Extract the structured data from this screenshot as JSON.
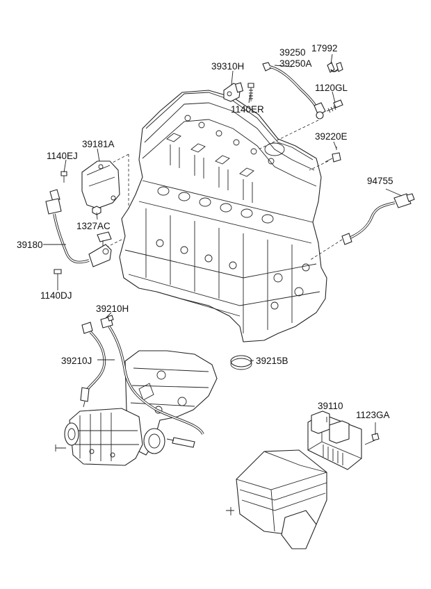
{
  "parts": [
    {
      "id": "39310H"
    },
    {
      "id": "39250"
    },
    {
      "id": "39250A"
    },
    {
      "id": "17992"
    },
    {
      "id": "1120GL"
    },
    {
      "id": "1140ER"
    },
    {
      "id": "39220E"
    },
    {
      "id": "39181A"
    },
    {
      "id": "1140EJ"
    },
    {
      "id": "94755"
    },
    {
      "id": "39180"
    },
    {
      "id": "1327AC"
    },
    {
      "id": "1140DJ"
    },
    {
      "id": "39210H"
    },
    {
      "id": "39210J"
    },
    {
      "id": "39215B"
    },
    {
      "id": "39110"
    },
    {
      "id": "1123GA"
    }
  ]
}
